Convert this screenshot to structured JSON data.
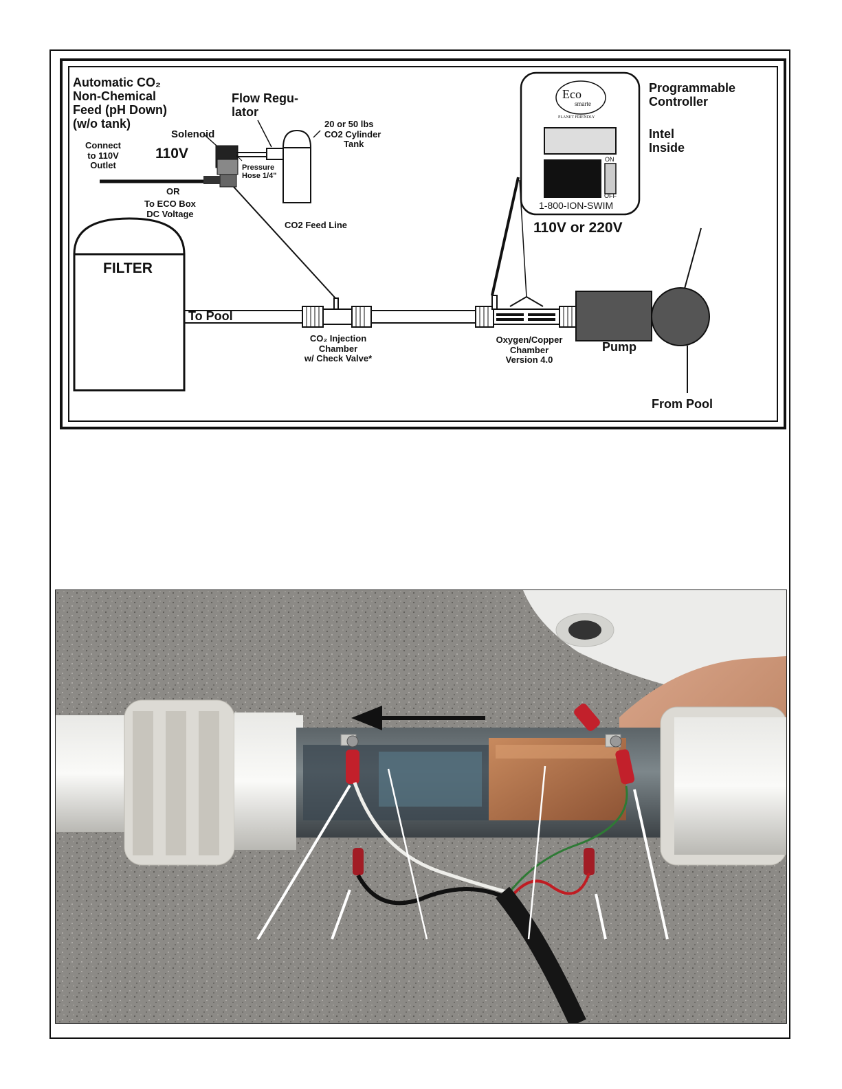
{
  "diagram": {
    "co2_feed_title": [
      "Automatic CO₂",
      "Non-Chemical",
      "Feed (pH Down)",
      "(w/o tank)"
    ],
    "flow_regulator": [
      "Flow Regu-",
      "lator"
    ],
    "solenoid": "Solenoid",
    "connect_outlet": [
      "Connect",
      "to 110V",
      "Outlet"
    ],
    "voltage_110": "110V",
    "or_text": "OR",
    "eco_box": [
      "To ECO Box",
      "DC Voltage"
    ],
    "pressure_hose": [
      "Pressure",
      "Hose 1/4\""
    ],
    "cylinder_tank": [
      "20 or 50 lbs",
      "CO2 Cylinder",
      "Tank"
    ],
    "co2_feed_line": "CO2 Feed Line",
    "filter": "FILTER",
    "to_pool": "To Pool",
    "injection_chamber": [
      "CO₂ Injection",
      "Chamber",
      "w/ Check Valve*"
    ],
    "oxygen_copper": [
      "Oxygen/Copper",
      "Chamber",
      "Version 4.0"
    ],
    "pump": "Pump",
    "from_pool": "From Pool",
    "controller_title": [
      "Programmable",
      "Controller"
    ],
    "intel_inside": [
      "Intel",
      "Inside"
    ],
    "controller_logo": {
      "brand": "Eco",
      "sub": "smarte",
      "tagline": "PLANET FRIENDLY"
    },
    "switch_on": "ON",
    "switch_off": "OFF",
    "phone": "1-800-ION-SWIM",
    "controller_voltage": "110V or 220V"
  }
}
